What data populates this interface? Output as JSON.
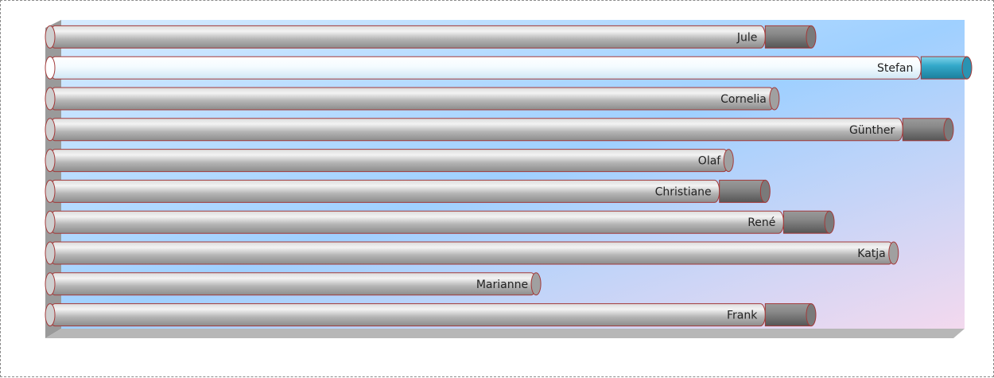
{
  "chart_data": {
    "type": "bar",
    "orientation": "horizontal",
    "style": "3d-cylinder",
    "categories": [
      "Jule",
      "Stefan",
      "Cornelia",
      "Günther",
      "Olaf",
      "Christiane",
      "René",
      "Katja",
      "Marianne",
      "Frank"
    ],
    "series": [
      {
        "values": [
          78,
          95,
          79,
          93,
          74,
          73,
          80,
          92,
          53,
          78
        ]
      },
      {
        "values": [
          5,
          5,
          0,
          5,
          0,
          5,
          5,
          0,
          0,
          5
        ]
      }
    ],
    "highlight_category": "Stefan",
    "xlim": [
      0,
      100
    ],
    "axis_labels_visible": false,
    "colors": {
      "bar_body": "#a9a9a9",
      "bar_highlight": "#e6f4fb",
      "cap_dark": "#6f6f6f",
      "cap_highlight": "#2fa6c8",
      "outline": "#a33a3a",
      "wall_blue": "#9fd0ff",
      "wall_pink": "#f3d9ee",
      "floor": "#8f8f8f"
    }
  }
}
